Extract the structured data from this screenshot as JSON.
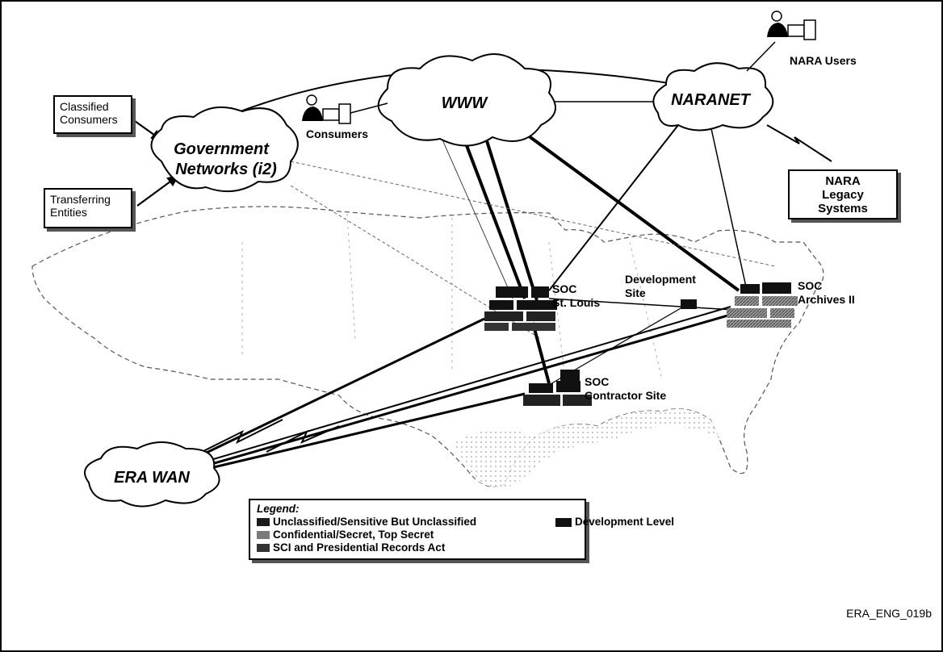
{
  "clouds": {
    "www": "WWW",
    "naranet": "NARANET",
    "gov_line1": "Government",
    "gov_line2": "Networks (i2)",
    "era_wan": "ERA WAN"
  },
  "boxes": {
    "classified_line1": "Classified",
    "classified_line2": "Consumers",
    "transferring_line1": "Transferring",
    "transferring_line2": "Entities",
    "legacy_line1": "NARA",
    "legacy_line2": "Legacy",
    "legacy_line3": "Systems"
  },
  "users": {
    "consumers": "Consumers",
    "nara_users": "NARA Users"
  },
  "sites": {
    "soc_stl_1": "SOC",
    "soc_stl_2": "St. Louis",
    "dev_1": "Development",
    "dev_2": "Site",
    "soc_a2_1": "SOC",
    "soc_a2_2": "Archives II",
    "soc_con_1": "SOC",
    "soc_con_2": "Contractor Site"
  },
  "legend": {
    "title": "Legend:",
    "items": [
      {
        "label": "Unclassified/Sensitive But Unclassified",
        "color": "#1a1a1a"
      },
      {
        "label": "Confidential/Secret, Top Secret",
        "color": "#7a7a7a"
      },
      {
        "label": "SCI and Presidential Records Act",
        "color": "#333333"
      }
    ],
    "development": {
      "label": "Development Level",
      "color": "#111111"
    }
  },
  "footer": "ERA_ENG_019b"
}
